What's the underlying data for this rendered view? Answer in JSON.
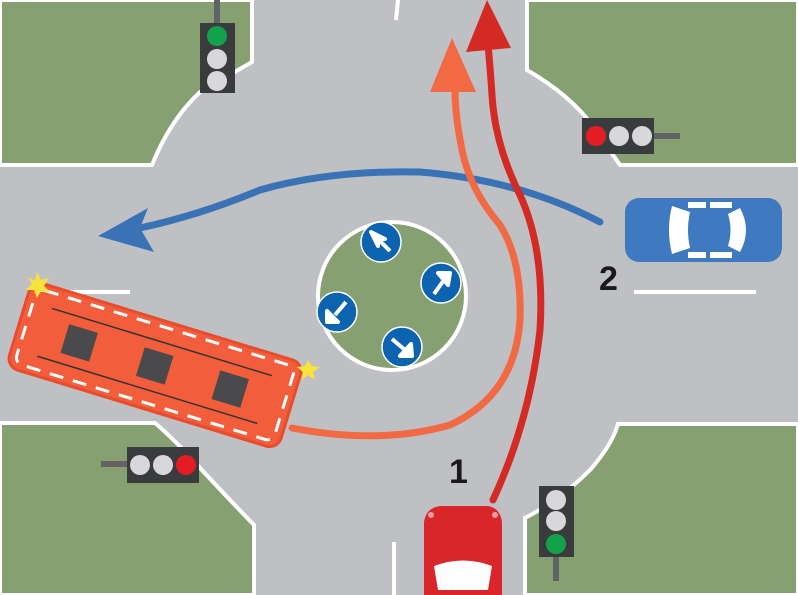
{
  "diagram": {
    "type": "roundabout-intersection",
    "colors": {
      "road": "#bfc0c4",
      "grass": "#87a072",
      "curb": "#ffffff",
      "island": "#87a072",
      "sign_blue": "#0c63b0",
      "arrow_blue": "#3a73b5",
      "arrow_orange": "#f26a44",
      "arrow_red": "#d42a24",
      "bus": "#f25e3c",
      "car_red": "#d9262a",
      "car_blue": "#3f79bf",
      "light_green": "#12a24c",
      "light_red": "#e41d24",
      "light_off": "#d8d8da",
      "light_housing": "#3a3b3d"
    },
    "vehicles": [
      {
        "id": "1",
        "label": "1",
        "type": "car",
        "color": "red",
        "position": "south-approach",
        "heading": "north"
      },
      {
        "id": "2",
        "label": "2",
        "type": "car",
        "color": "blue",
        "position": "east-approach",
        "heading": "west"
      },
      {
        "id": "bus",
        "label": "",
        "type": "bus",
        "color": "orange",
        "position": "west-exit",
        "hazard_lights": true
      }
    ],
    "traffic_lights": [
      {
        "position": "north-west",
        "orientation": "vertical",
        "active": "green"
      },
      {
        "position": "north-east",
        "orientation": "horizontal",
        "active": "red"
      },
      {
        "position": "south-west",
        "orientation": "horizontal",
        "active": "red"
      },
      {
        "position": "south-east",
        "orientation": "vertical",
        "active": "green"
      }
    ],
    "paths": [
      {
        "vehicle": "2",
        "color": "blue",
        "route": "east to west, straight through"
      },
      {
        "vehicle": "bus",
        "color": "orange",
        "route": "from west around roundabout to north"
      },
      {
        "vehicle": "1",
        "color": "red",
        "route": "south to north, straight through"
      }
    ],
    "island_signs": [
      {
        "direction": "up-left"
      },
      {
        "direction": "up-right"
      },
      {
        "direction": "down-left"
      },
      {
        "direction": "down-right"
      }
    ]
  },
  "labels": {
    "vehicle_1": "1",
    "vehicle_2": "2"
  }
}
